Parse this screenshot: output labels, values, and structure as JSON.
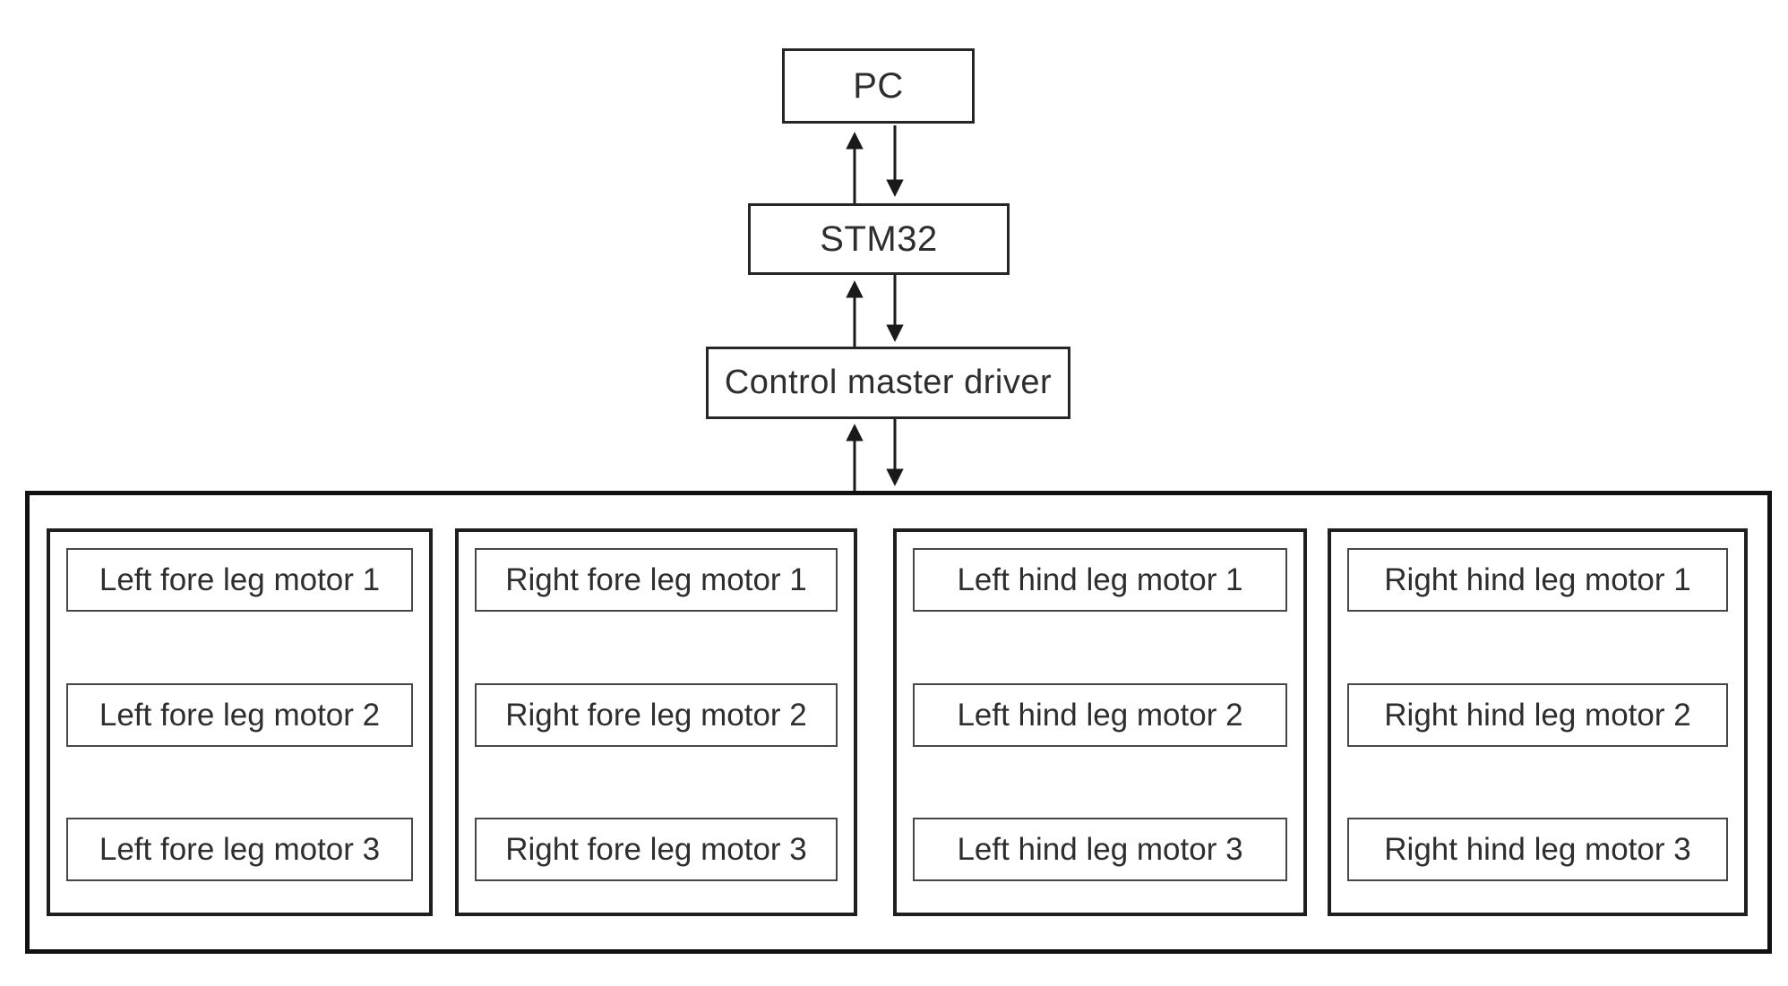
{
  "diagram": {
    "background_color": "#ffffff",
    "line_color": "#1a1a1a",
    "nodes": {
      "pc": "PC",
      "stm32": "STM32",
      "driver": "Control master driver"
    },
    "connections": [
      {
        "from": "STM32",
        "to": "PC",
        "bidirectional": true
      },
      {
        "from": "Control master driver",
        "to": "STM32",
        "bidirectional": true
      },
      {
        "from": "motor block",
        "to": "Control master driver",
        "bidirectional": true
      }
    ],
    "groups": [
      {
        "name": "left-fore-leg",
        "motors": [
          "Left fore leg motor 1",
          "Left fore leg motor 2",
          "Left fore leg motor 3"
        ]
      },
      {
        "name": "right-fore-leg",
        "motors": [
          "Right fore leg motor 1",
          "Right fore leg motor 2",
          "Right fore leg motor 3"
        ]
      },
      {
        "name": "left-hind-leg",
        "motors": [
          "Left hind leg motor 1",
          "Left hind leg motor 2",
          "Left hind leg motor 3"
        ]
      },
      {
        "name": "right-hind-leg",
        "motors": [
          "Right hind leg motor 1",
          "Right hind leg motor 2",
          "Right hind leg motor 3"
        ]
      }
    ]
  }
}
